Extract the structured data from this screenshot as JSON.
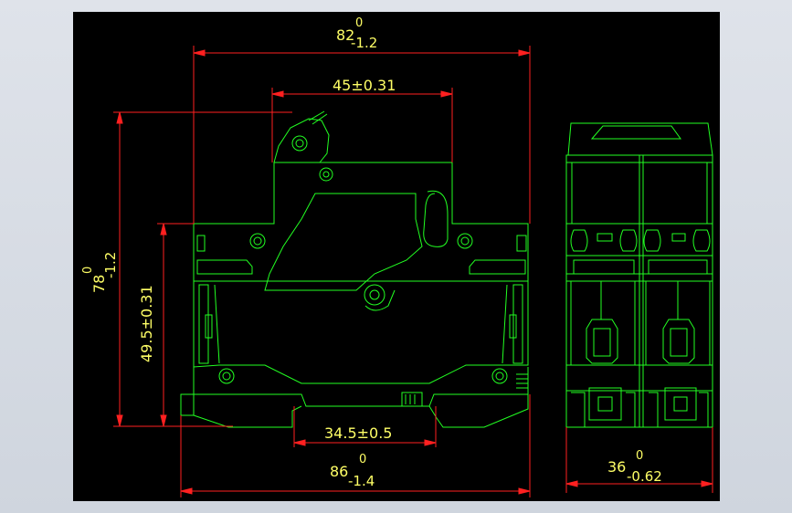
{
  "drawing": {
    "colors": {
      "background": "#000000",
      "frame": "#d6dbe3",
      "dimension": "#ff2020",
      "dimension_text": "#ffff66",
      "outline": "#22ff22"
    },
    "dimensions": {
      "overall_width": {
        "nominal": "82",
        "upper": "0",
        "lower": "-1.2"
      },
      "terminal_spacing": {
        "text": "45±0.31"
      },
      "height": {
        "nominal": "78",
        "upper": "0",
        "lower": "-1.2"
      },
      "rail_height": {
        "text": "49.5±0.31"
      },
      "rail_width": {
        "text": "34.5±0.5"
      },
      "base_width": {
        "nominal": "86",
        "upper": "0",
        "lower": "-1.4"
      },
      "depth_width": {
        "nominal": "36",
        "upper": "0",
        "lower": "-0.62"
      }
    }
  }
}
